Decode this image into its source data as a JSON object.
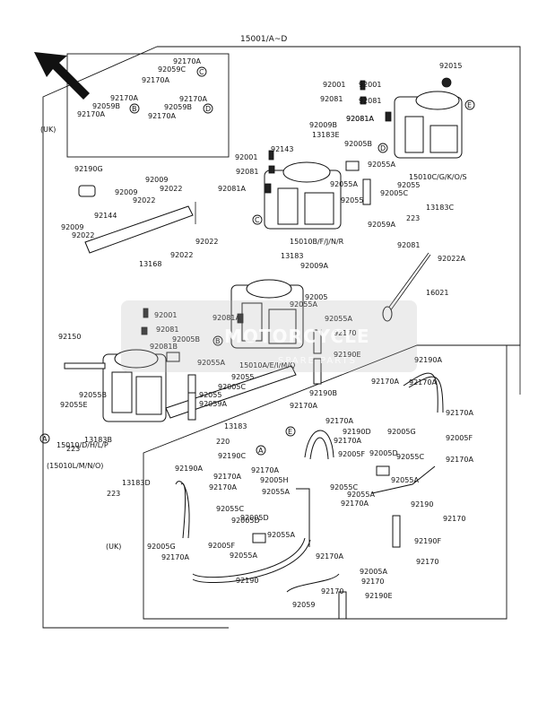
{
  "header": {
    "assembly_label": "15001/A~D"
  },
  "watermark": {
    "main": "MOTORCYCLE",
    "sub": "SPARE PARTS"
  },
  "labels": {
    "uk_top": "(UK)",
    "uk_bottom": "(UK)",
    "sub_note": "(15010L/M/N/O)"
  },
  "callouts": [
    "92170A",
    "92059C",
    "92170A",
    "92170A",
    "92170A",
    "92059B",
    "92170A",
    "92059B",
    "92170A",
    "92190G",
    "92009",
    "92022",
    "92009",
    "92022",
    "92144",
    "92009",
    "92022",
    "13168",
    "92022",
    "92022",
    "92001",
    "92081",
    "92081A",
    "92143",
    "13183E",
    "92009B",
    "92001",
    "92081",
    "92081A",
    "92005B",
    "92055A",
    "92055A",
    "15010B/F/J/N/R",
    "92055",
    "92059A",
    "223",
    "13183C",
    "92001",
    "92081",
    "92081A",
    "92015",
    "92005C",
    "15010C/G/K/O/S",
    "92055",
    "92081",
    "92022A",
    "16021",
    "13183",
    "92009A",
    "92005",
    "92055A",
    "92055A",
    "92001",
    "92081A",
    "92081",
    "92005B",
    "92081B",
    "92055A",
    "15010A/E/I/M/Q",
    "92005C",
    "92055",
    "92055",
    "92059A",
    "92170",
    "92190E",
    "92150",
    "92055B",
    "92055E",
    "13183B",
    "223",
    "15010/D/H/L/P",
    "223",
    "13183D",
    "220",
    "13183",
    "92190A",
    "92170A",
    "92190B",
    "92170A",
    "92170A",
    "92005G",
    "92190D",
    "92170A",
    "92005F",
    "92005D",
    "92005F",
    "92055C",
    "92005H",
    "92055A",
    "92170A",
    "92190C",
    "92190A",
    "92170A",
    "92170A",
    "92055C",
    "92005D",
    "92005G",
    "92005F",
    "92055A",
    "92170A",
    "92055A",
    "92170A",
    "92190",
    "92170",
    "92190F",
    "92170",
    "92005A",
    "92170",
    "92190E",
    "92170",
    "92059",
    "92190",
    "92170A",
    "92055A",
    "92170A",
    "92055C",
    "92005D",
    "92170A",
    "92170A",
    "92055A"
  ],
  "markers": [
    "A",
    "B",
    "C",
    "D",
    "E"
  ]
}
